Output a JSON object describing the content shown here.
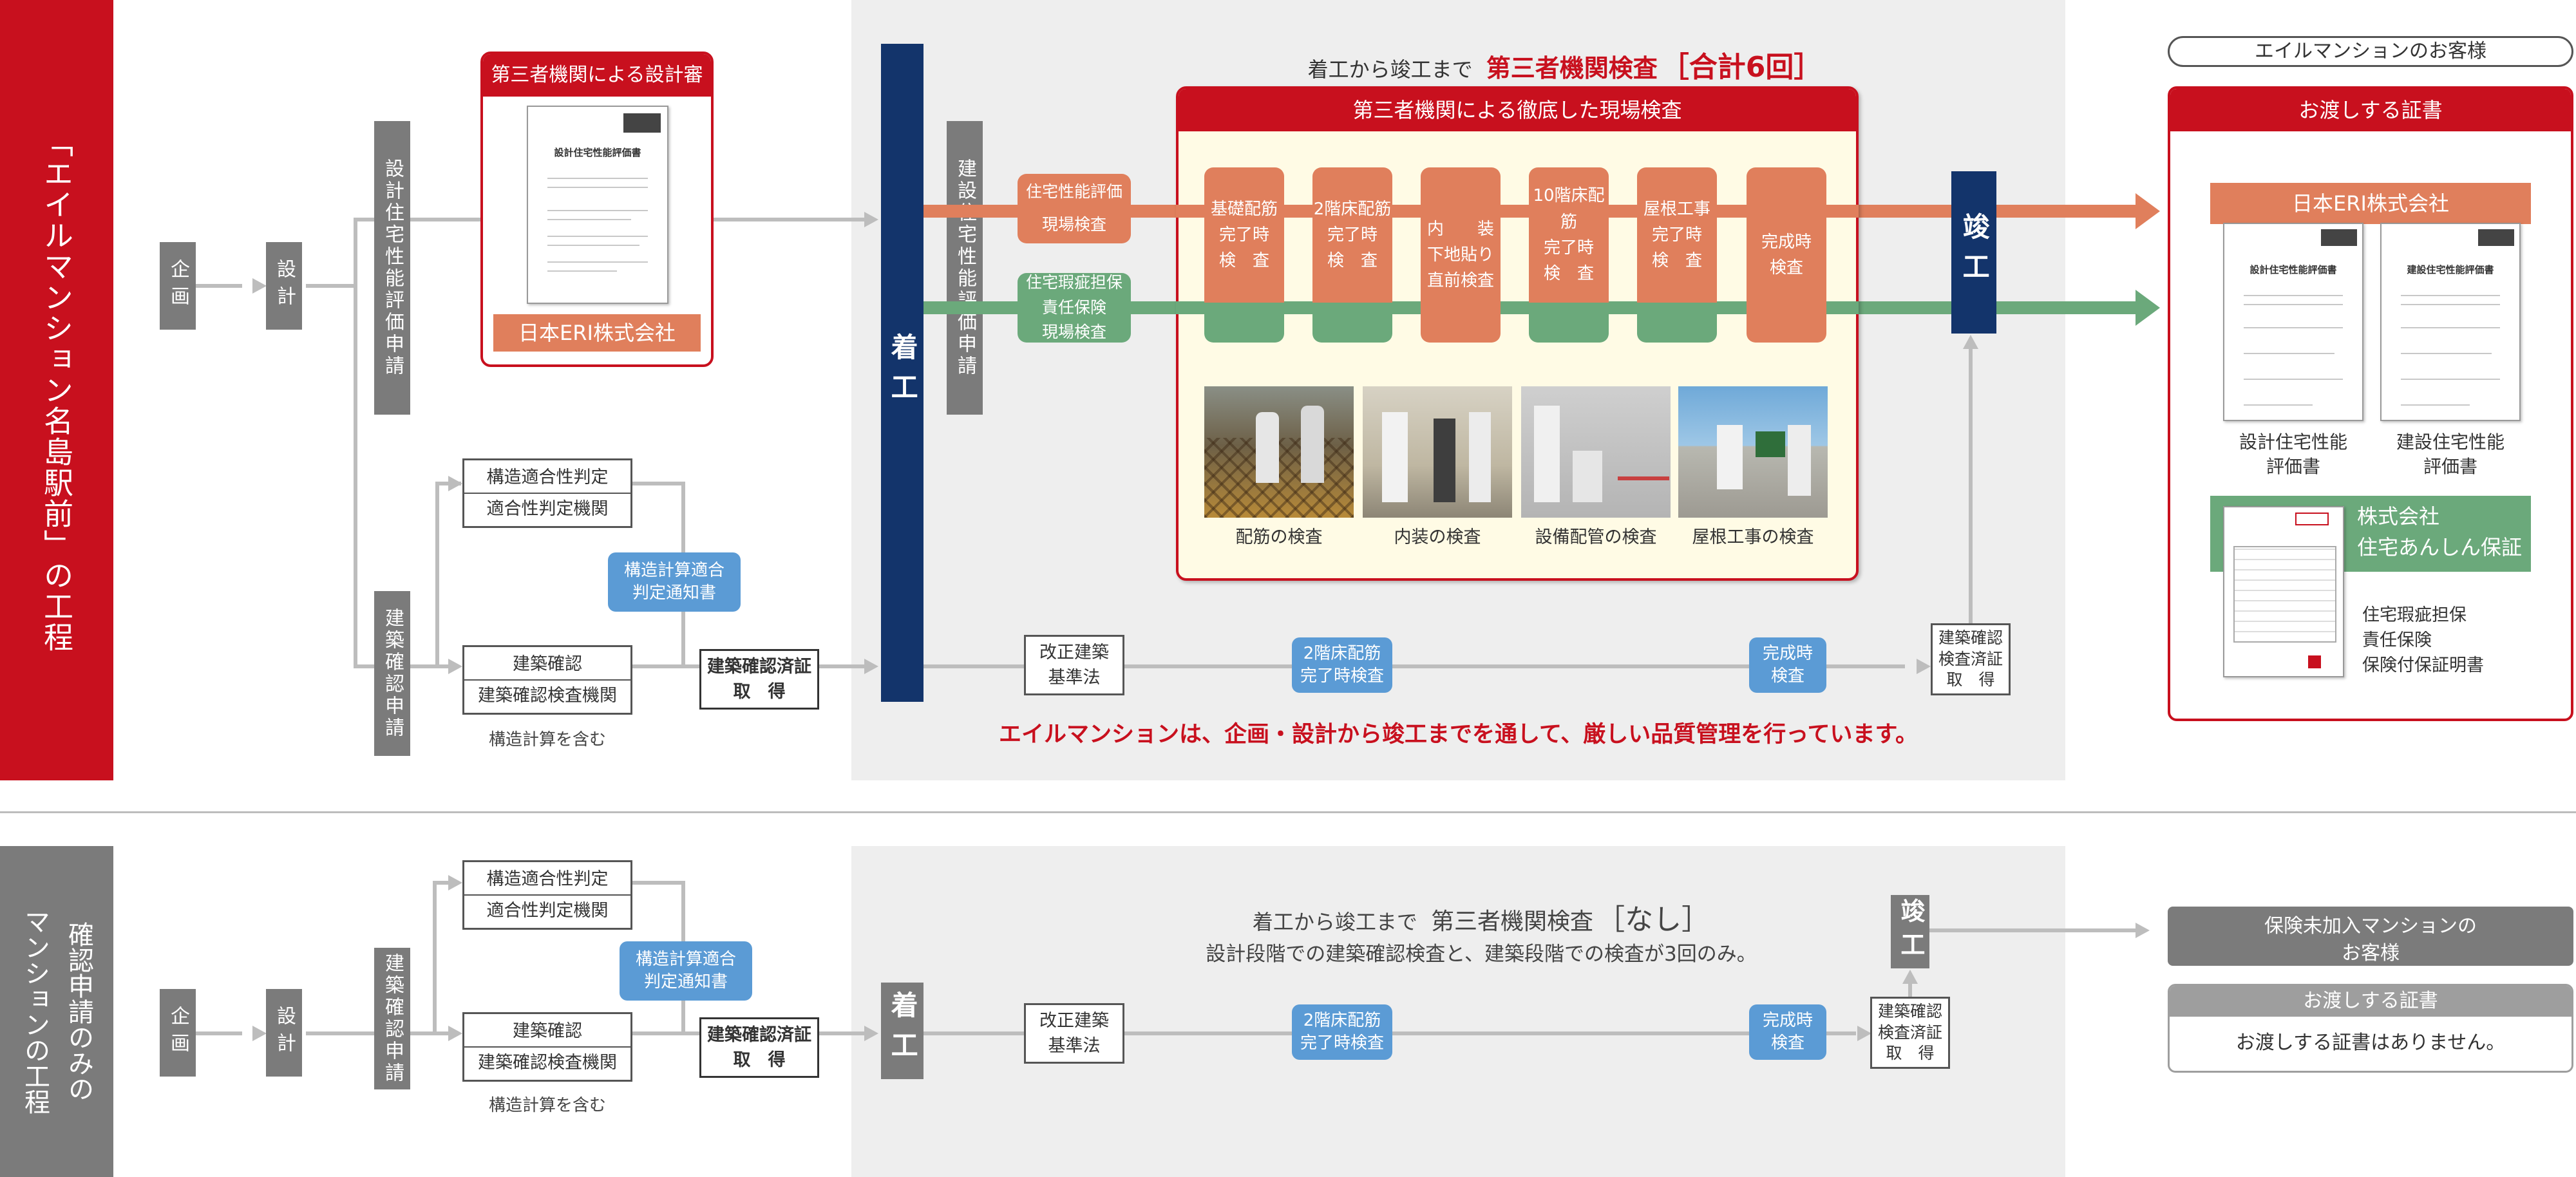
{
  "colors": {
    "red": "#c8101e",
    "navy": "#13346b",
    "orange": "#e07f5c",
    "green": "#6ba97b",
    "blue": "#5b9bd5",
    "grey": "#7b7b7b"
  },
  "top": {
    "side_title": "「エイルマンション名島駅前」の工程",
    "kikaku": "企画",
    "sekkei": "設計",
    "design_eval_app": "設計住宅性能評価申請",
    "design_review_title": "第三者機関による設計審査",
    "design_doc_title": "設計住宅性能評価書",
    "eri_label": "日本ERI株式会社",
    "kozo_tekigo": "構造適合性判定",
    "kozo_tekigo_org": "適合性判定機関",
    "kozo_notice": "構造計算適合判定通知書",
    "kenchiku_app": "建築確認申請",
    "kenchiku_kakunin": "建築確認",
    "kenchiku_org": "建築確認検査機関",
    "kozo_note": "構造計算を含む",
    "kakunin_done_1": "建築確認済証",
    "kakunin_done_2": "取　得",
    "chakko": "着工",
    "construct_eval_app": "建設住宅性能評価申請",
    "inspection_header_prefix": "着工から竣工まで",
    "inspection_header_main": "第三者機関検査",
    "inspection_header_count": "［合計6回］",
    "field_title": "第三者機関による徹底した現場検査",
    "perf_pill_1": "住宅性能評価",
    "perf_pill_2": "現場検査",
    "ins_pill_1": "住宅瑕疵担保",
    "ins_pill_2": "責任保険",
    "ins_pill_3": "現場検査",
    "stages": [
      {
        "l1": "基礎配筋",
        "l2": "完了時",
        "l3": "検　査"
      },
      {
        "l1": "2階床配筋",
        "l2": "完了時",
        "l3": "検　査"
      },
      {
        "l1": "内　　装",
        "l2": "下地貼り",
        "l3": "直前検査"
      },
      {
        "l1": "10階床配筋",
        "l2": "完了時",
        "l3": "検　査"
      },
      {
        "l1": "屋根工事",
        "l2": "完了時",
        "l3": "検　査"
      },
      {
        "l1": "完成時",
        "l2": "検査",
        "l3": ""
      }
    ],
    "photo_captions": [
      "配筋の検査",
      "内装の検査",
      "設備配管の検査",
      "屋根工事の検査"
    ],
    "kaisei_1": "改正建築",
    "kaisei_2": "基準法",
    "floor2_1": "2階床配筋",
    "floor2_2": "完了時検査",
    "kansei_1": "完成時",
    "kansei_2": "検査",
    "kensa_done_1": "建築確認",
    "kensa_done_2": "検査済証",
    "kensa_done_3": "取　得",
    "shunko": "竣工",
    "tagline": "エイルマンションは、企画・設計から竣工までを通して、厳しい品質管理を行っています。",
    "customer": "エイルマンションのお客様",
    "cert_title": "お渡しする証書",
    "cert_eri": "日本ERI株式会社",
    "cert_doc1_title": "設計住宅性能評価書",
    "cert_doc2_title": "建設住宅性能評価書",
    "cert_cap1_1": "設計住宅性能",
    "cert_cap1_2": "評価書",
    "cert_cap2_1": "建設住宅性能",
    "cert_cap2_2": "評価書",
    "anshin_1": "株式会社",
    "anshin_2": "住宅あんしん保証",
    "anshin_cap_1": "住宅瑕疵担保",
    "anshin_cap_2": "責任保険",
    "anshin_cap_3": "保険付保証明書"
  },
  "bottom": {
    "side_title_1": "確認申請のみの",
    "side_title_2": "マンションの工程",
    "kikaku": "企画",
    "sekkei": "設計",
    "kenchiku_app": "建築確認申請",
    "kozo_tekigo": "構造適合性判定",
    "kozo_tekigo_org": "適合性判定機関",
    "kozo_notice": "構造計算適合判定通知書",
    "kenchiku_kakunin": "建築確認",
    "kenchiku_org": "建築確認検査機関",
    "kozo_note": "構造計算を含む",
    "kakunin_done_1": "建築確認済証",
    "kakunin_done_2": "取　得",
    "chakko": "着工",
    "header_prefix": "着工から竣工まで",
    "header_main": "第三者機関検査",
    "header_count": "［なし］",
    "subnote": "設計段階での建築確認検査と、建築段階での検査が3回のみ。",
    "kaisei_1": "改正建築",
    "kaisei_2": "基準法",
    "floor2_1": "2階床配筋",
    "floor2_2": "完了時検査",
    "kansei_1": "完成時",
    "kansei_2": "検査",
    "kensa_done_1": "建築確認",
    "kensa_done_2": "検査済証",
    "kensa_done_3": "取　得",
    "shunko": "竣工",
    "customer_1": "保険未加入マンションの",
    "customer_2": "お客様",
    "cert_title": "お渡しする証書",
    "cert_none": "お渡しする証書はありません。"
  }
}
